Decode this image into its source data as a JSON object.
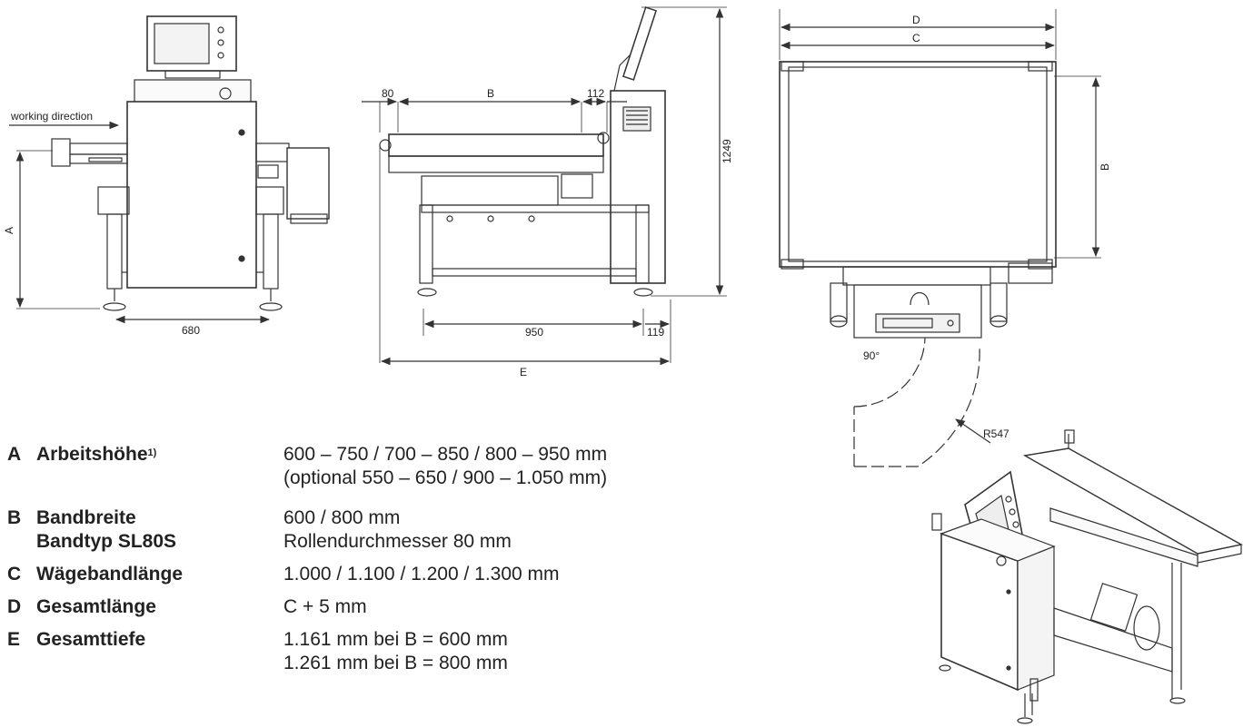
{
  "front_view": {
    "direction_label": "working direction",
    "dim_width": "680",
    "dim_height_letter": "A"
  },
  "side_view": {
    "dim_left": "80",
    "dim_belt": "B",
    "dim_right": "112",
    "dim_height": "1249",
    "dim_feet": "950",
    "dim_offset": "119",
    "dim_depth": "E"
  },
  "top_view": {
    "dim_total_length": "D",
    "dim_belt_length": "C",
    "dim_belt_width": "B",
    "angle_label": "90°",
    "radius_label": "R547"
  },
  "specs": [
    {
      "letter": "A",
      "name": "Arbeitshöhe",
      "sup": "1)",
      "lines": [
        "600 – 750 / 700 – 850 / 800 – 950 mm",
        "(optional 550 – 650 / 900 – 1.050 mm)"
      ]
    },
    {
      "letter": "B",
      "name": "Bandbreite",
      "lines": [
        "600 / 800 mm"
      ]
    },
    {
      "letter": "",
      "name": "Bandtyp SL80S",
      "lines": [
        "Rollendurchmesser 80 mm"
      ]
    },
    {
      "letter": "C",
      "name": "Wägebandlänge",
      "lines": [
        "1.000 / 1.100 / 1.200 / 1.300 mm"
      ]
    },
    {
      "letter": "D",
      "name": "Gesamtlänge",
      "lines": [
        "C + 5 mm"
      ]
    },
    {
      "letter": "E",
      "name": "Gesamttiefe",
      "lines": [
        "1.161 mm bei B = 600 mm",
        "1.261 mm bei B = 800 mm"
      ]
    }
  ]
}
